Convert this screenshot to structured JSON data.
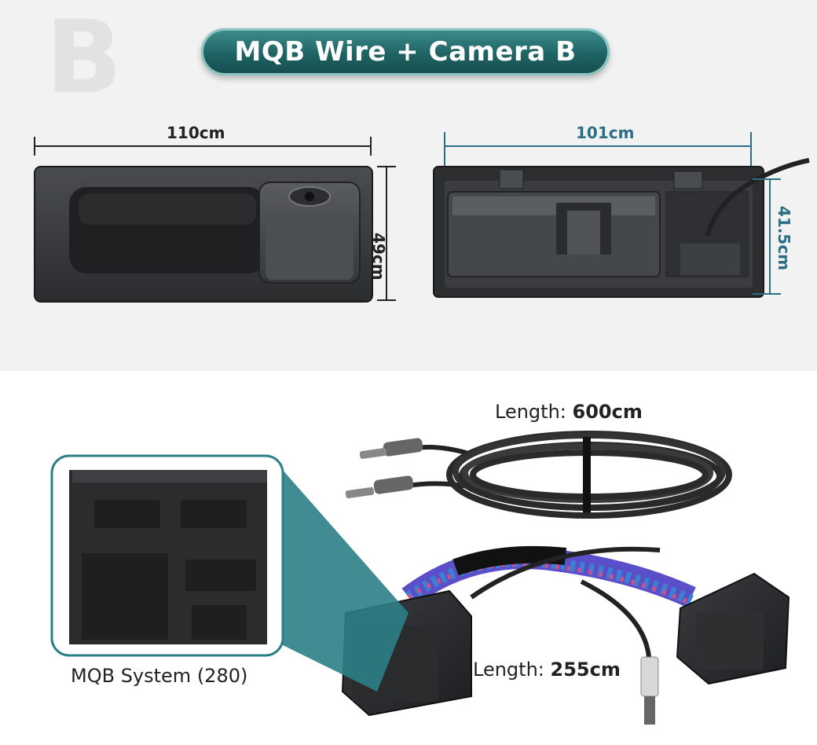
{
  "header": {
    "variant_letter": "B",
    "title": "MQB Wire + Camera B"
  },
  "dimensions": {
    "width_left": "110cm",
    "height_left": "49cm",
    "width_right": "101cm",
    "height_right": "41.5cm"
  },
  "cables": {
    "long_label": "Length:",
    "long_value": "600cm",
    "short_label": "Length:",
    "short_value": "255cm"
  },
  "connector": {
    "caption": "MQB System (280)"
  },
  "colors": {
    "teal": "#1f6363",
    "dim_teal": "#2b6f86",
    "dark": "#222222"
  }
}
